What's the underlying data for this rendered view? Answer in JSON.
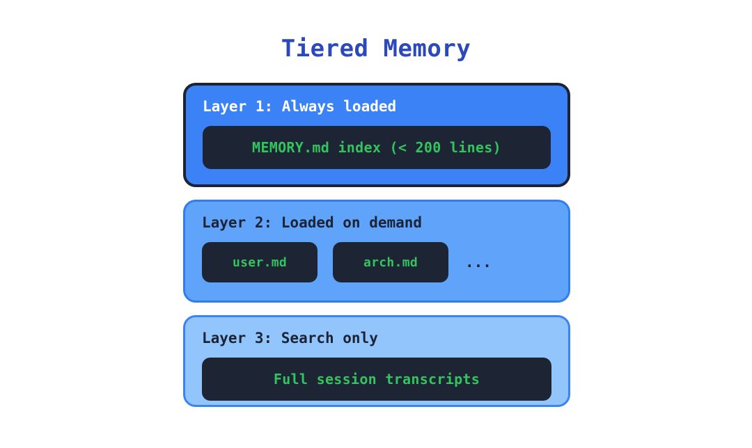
{
  "diagram": {
    "title": "Tiered Memory",
    "title_color": "#2b48bd",
    "background": "#ffffff",
    "layers": [
      {
        "label": "Layer 1: Always loaded",
        "fill": "#3b82f6",
        "border": "#1b2334",
        "label_color": "#ffffff",
        "items": [
          {
            "text": "MEMORY.md index (< 200 lines)",
            "style": "wide"
          }
        ],
        "trailing": ""
      },
      {
        "label": "Layer 2: Loaded on demand",
        "fill": "#5fa3fb",
        "border": "#2f7df0",
        "label_color": "#1b2334",
        "items": [
          {
            "text": "user.md",
            "style": "small"
          },
          {
            "text": "arch.md",
            "style": "small"
          }
        ],
        "trailing": "..."
      },
      {
        "label": "Layer 3: Search only",
        "fill": "#93c5fd",
        "border": "#3b82f6",
        "label_color": "#1b2334",
        "items": [
          {
            "text": "Full session transcripts",
            "style": "wide"
          }
        ],
        "trailing": ""
      }
    ],
    "chip_background": "#1d2535",
    "chip_text_color": "#33c45d"
  }
}
